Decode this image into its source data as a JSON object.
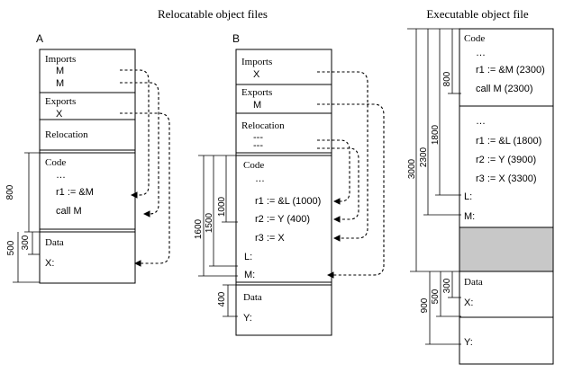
{
  "headings": {
    "relocatable": "Relocatable object files",
    "executable": "Executable object file"
  },
  "module_a": {
    "label": "A",
    "imports": "Imports",
    "import_items": [
      "M",
      "M"
    ],
    "exports": "Exports",
    "export_items": [
      "X"
    ],
    "relocation": "Relocation",
    "code": "Code",
    "code_lines": [
      "…",
      "r1 := &M",
      "call M"
    ],
    "data": "Data",
    "data_lines": [
      "X:"
    ],
    "dims": [
      "800",
      "500",
      "300"
    ]
  },
  "module_b": {
    "label": "B",
    "imports": "Imports",
    "import_items": [
      "X"
    ],
    "exports": "Exports",
    "export_items": [
      "M"
    ],
    "relocation": "Relocation",
    "relocation_items": [
      "---",
      "---"
    ],
    "code": "Code",
    "code_lines": [
      "…",
      "r1 := &L (1000)",
      "r2 := Y (400)",
      "r3 := X",
      "L:",
      "M:"
    ],
    "data": "Data",
    "data_lines": [
      "Y:"
    ],
    "dims": [
      "1600",
      "1500",
      "1000",
      "400"
    ]
  },
  "executable": {
    "code": "Code",
    "code_a_lines": [
      "…",
      "r1 := &M (2300)",
      "call M (2300)"
    ],
    "code_b_lines": [
      "…",
      "r1 := &L (1800)",
      "r2 := Y (3900)",
      "r3 := X (3300)",
      "L:",
      "M:"
    ],
    "data": "Data",
    "data_lines": [
      "X:",
      "Y:"
    ],
    "dims": [
      "3000",
      "2300",
      "1800",
      "800",
      "900",
      "500",
      "300"
    ]
  },
  "colors": {
    "line": "#000000",
    "gap_fill": "#c8c8c8",
    "background": "#ffffff"
  }
}
